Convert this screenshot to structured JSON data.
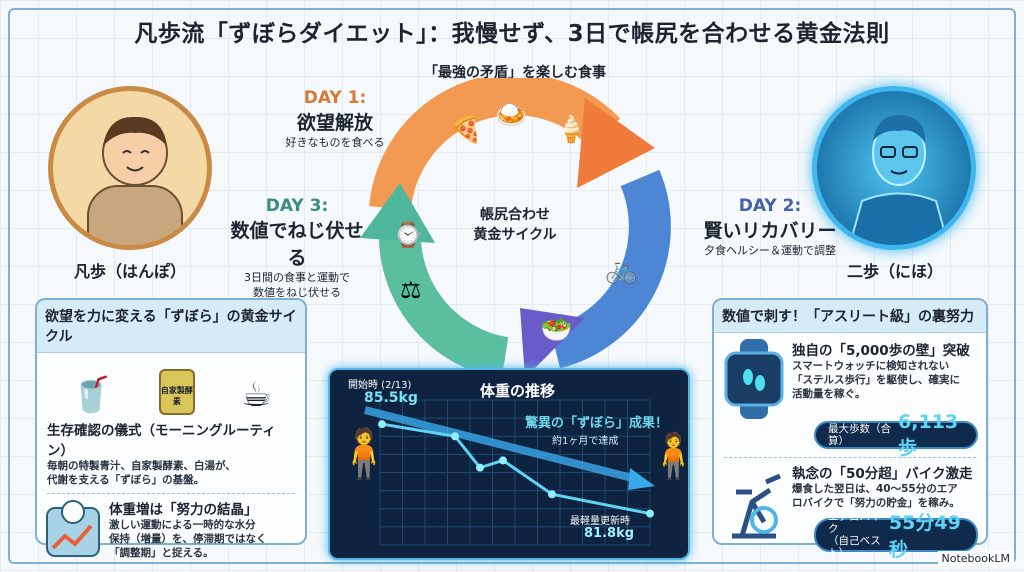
{
  "title": "凡歩流「ずぼらダイエット」：我慢せず、3日で帳尻を合わせる黄金法則",
  "characters": {
    "left": "凡歩（はんぽ）",
    "right": "二歩（にほ）"
  },
  "cycle": {
    "top_caption": "「最強の矛盾」を楽しむ食事",
    "center": [
      "帳尻合わせ",
      "黄金サイクル"
    ],
    "day1": {
      "label": "DAY 1:",
      "head": "欲望解放",
      "sub": "好きなものを食べる"
    },
    "day2": {
      "label": "DAY 2:",
      "head": "賢いリカバリー",
      "sub": "夕食ヘルシー＆運動で調整"
    },
    "day3": {
      "label": "DAY 3:",
      "head": "数値でねじ伏せる",
      "sub1": "3日間の食事と運動で",
      "sub2": "数値をねじ伏せる"
    },
    "colors": {
      "day1": "#f08a3c",
      "day2": "#4a7fd0",
      "day3": "#4bb79a"
    }
  },
  "left_panel": {
    "heading": "欲望を力に変える「ずぼら」の黄金サイクル",
    "jar_label": "自家製酵素",
    "item1": {
      "title": "生存確認の儀式（モーニングルーティン）",
      "line1": "毎朝の特製青汁、自家製酵素、白湯が、",
      "line2": "代謝を支える「ずぼら」の基盤。"
    },
    "item2": {
      "title": "体重増は「努力の結晶」",
      "line1": "激しい運動による一時的な水分",
      "line2": "保持（増量）を、停滞期ではなく",
      "line3": "「調整期」と捉える。"
    }
  },
  "right_panel": {
    "heading": "数値で刺す！「アスリート級」の裏努力",
    "item1": {
      "title": "独自の「5,000歩の壁」突破",
      "line1": "スマートウォッチに検知されない",
      "line2": "「ステルス歩行」を駆使し、確実に",
      "line3": "活動量を稼ぐ。",
      "stat_label": "最大歩数（合算）",
      "stat_value": "6,113歩"
    },
    "item2": {
      "title": "執念の「50分超」バイク激走",
      "line1": "爆食した翌日は、40〜55分のエア",
      "line2": "ロバイクで「努力の貯金」を稼み。",
      "stat_label1": "エアロバイク",
      "stat_label2": "（自己ベスト）",
      "stat_value": "55分49秒"
    }
  },
  "chart_data": {
    "type": "line",
    "title": "体重の推移",
    "start_label": "開始時 (2/13)",
    "start_value": "85.5kg",
    "end_label": "最軽量更新時",
    "end_value": "81.8kg",
    "annotation": "驚異の「ずぼら」成果！",
    "annotation_sub": "約1ヶ月で達成",
    "x": [
      0,
      1,
      2,
      3,
      4,
      5
    ],
    "values": [
      85.5,
      85.0,
      83.7,
      84.0,
      82.6,
      81.8
    ],
    "ylim": [
      80.5,
      86.5
    ],
    "unit": "kg"
  },
  "footer": "NotebookLM"
}
